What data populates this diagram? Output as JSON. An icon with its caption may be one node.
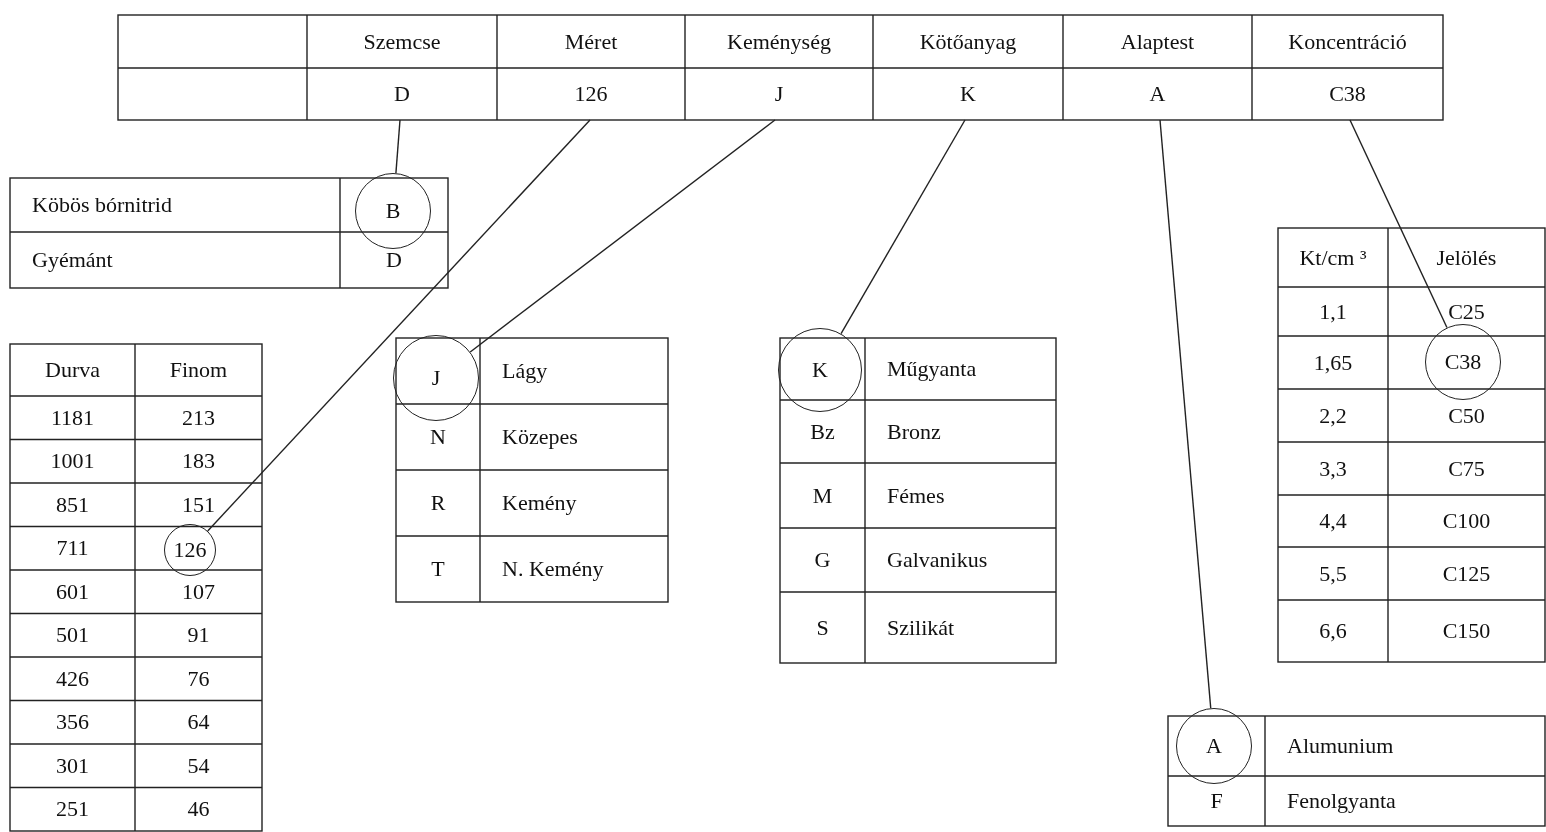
{
  "diagram": {
    "nodes": [
      {
        "text": [
          "D"
        ]
      },
      {
        "text": [
          "126"
        ]
      },
      {
        "text": [
          "J"
        ]
      },
      {
        "text": [
          "K"
        ]
      },
      {
        "text": [
          "A"
        ]
      },
      {
        "text": [
          "C38"
        ]
      },
      {
        "text": [
          "B"
        ]
      },
      {
        "text": [
          "126"
        ]
      },
      {
        "text": [
          "J"
        ]
      },
      {
        "text": [
          "K"
        ]
      },
      {
        "text": [
          "A"
        ]
      },
      {
        "text": [
          "C38"
        ]
      }
    ],
    "edges": [
      {
        "from": 0,
        "to": 6,
        "arrow": "none"
      },
      {
        "from": 1,
        "to": 7,
        "arrow": "none"
      },
      {
        "from": 2,
        "to": 8,
        "arrow": "none"
      },
      {
        "from": 3,
        "to": 9,
        "arrow": "none"
      },
      {
        "from": 4,
        "to": 10,
        "arrow": "none"
      },
      {
        "from": 5,
        "to": 11,
        "arrow": "none"
      }
    ],
    "labels": [
      "Szemcse",
      "Méret",
      "Keménység",
      "Kötőanyag",
      "Alaptest",
      "Koncentráció",
      "Köbös bórnitrid",
      "Gyémánt",
      "D",
      "Durva",
      "Finom",
      "1181",
      "213",
      "1001",
      "183",
      "851",
      "151",
      "711",
      "601",
      "107",
      "501",
      "91",
      "426",
      "76",
      "356",
      "64",
      "301",
      "54",
      "251",
      "46",
      "Lágy",
      "N",
      "Közepes",
      "R",
      "Kemény",
      "T",
      "N. Kemény",
      "Műgyanta",
      "Bz",
      "Bronz",
      "M",
      "Fémes",
      "G",
      "Galvanikus",
      "S",
      "Szilikát",
      "Kt/cm ³",
      "Jelölés",
      "1,1",
      "C25",
      "1,65",
      "2,2",
      "C50",
      "3,3",
      "C75",
      "4,4",
      "C100",
      "5,5",
      "C125",
      "6,6",
      "C150",
      "Alumunium",
      "F",
      "Fenolgyanta"
    ]
  }
}
